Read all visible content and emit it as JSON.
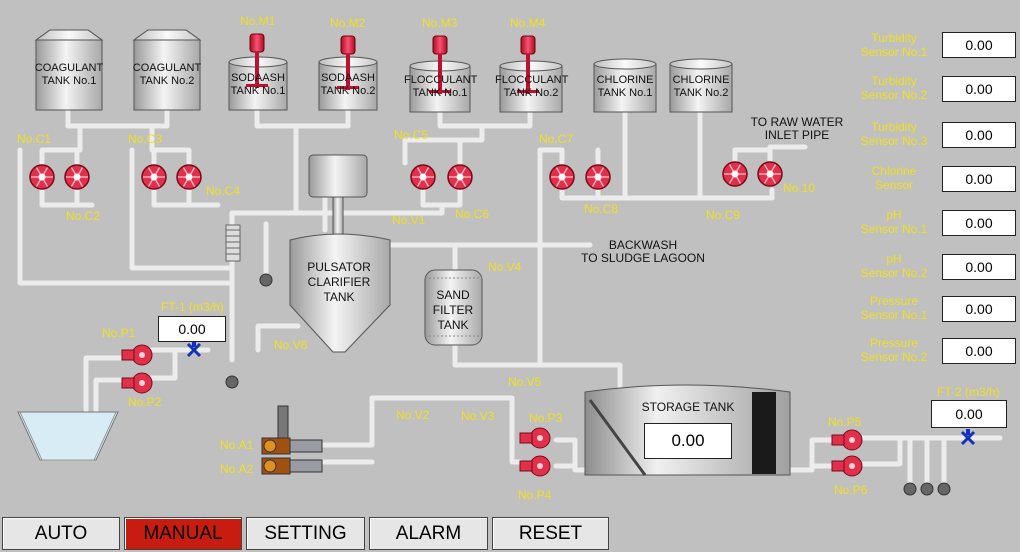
{
  "colors": {
    "background": "#c0c0c0",
    "label": "#f0e020",
    "pump": "#e0304a",
    "pipe": "#ececec",
    "active_button": "#c81c10"
  },
  "tanks": {
    "coagulant_1": "COAGULANT\nTANK No.1",
    "coagulant_2": "COAGULANT\nTANK No.2",
    "sodaash_1": "SODAASH\nTANK No.1",
    "sodaash_2": "SODAASH\nTANK No.2",
    "flocculant_1": "FLOCCULANT\nTANK No.1",
    "flocculant_2": "FLOCCULANT\nTANK No.2",
    "chlorine_1": "CHLORINE\nTANK No.1",
    "chlorine_2": "CHLORINE\nTANK No.2",
    "pulsator": "PULSATOR\nCLARIFIER\nTANK",
    "sand_filter": "SAND\nFILTER\nTANK",
    "storage": "STORAGE TANK"
  },
  "mixers": {
    "m1": "No.M1",
    "m2": "No.M2",
    "m3": "No.M3",
    "m4": "No.M4"
  },
  "pumps": {
    "c1": "No.C1",
    "c2": "No.C2",
    "c3": "No.C3",
    "c4": "No.C4",
    "c5": "No.C5",
    "c6": "No.C6",
    "c7": "No.C7",
    "c8": "No.C8",
    "c9": "No.C9",
    "c10": "No.10",
    "p1": "No.P1",
    "p2": "No.P2",
    "p3": "No.P3",
    "p4": "No.P4",
    "p5": "No.P5",
    "p6": "No.P6",
    "a1": "No.A1",
    "a2": "No.A2"
  },
  "valves": {
    "v1": "No.V1",
    "v2": "No.V2",
    "v3": "No.V3",
    "v4": "No.V4",
    "v5": "No.V5",
    "v6": "No.V6"
  },
  "pipe_labels": {
    "raw_water": "TO RAW WATER\nINLET PIPE",
    "backwash": "BACKWASH\nTO SLUDGE LAGOON"
  },
  "flowmeters": {
    "ft1_label": "FT-1 (m3/h)",
    "ft1_value": "0.00",
    "ft2_label": "FT-2 (m3/h)",
    "ft2_value": "0.00"
  },
  "storage_level": "0.00",
  "sensors": [
    {
      "label": "Turbidity\nSensor No.1",
      "value": "0.00"
    },
    {
      "label": "Turbidity\nSensor No.2",
      "value": "0.00"
    },
    {
      "label": "Turbidity\nSensor No.3",
      "value": "0.00"
    },
    {
      "label": "Chlorine\nSensor",
      "value": "0.00"
    },
    {
      "label": "pH\nSensor No.1",
      "value": "0.00"
    },
    {
      "label": "pH\nSensor No.2",
      "value": "0.00"
    },
    {
      "label": "Pressure\nSensor No.1",
      "value": "0.00"
    },
    {
      "label": "Pressure\nSensor No.2",
      "value": "0.00"
    }
  ],
  "buttons": {
    "auto": "AUTO",
    "manual": "MANUAL",
    "setting": "SETTING",
    "alarm": "ALARM",
    "reset": "RESET",
    "active": "MANUAL"
  }
}
